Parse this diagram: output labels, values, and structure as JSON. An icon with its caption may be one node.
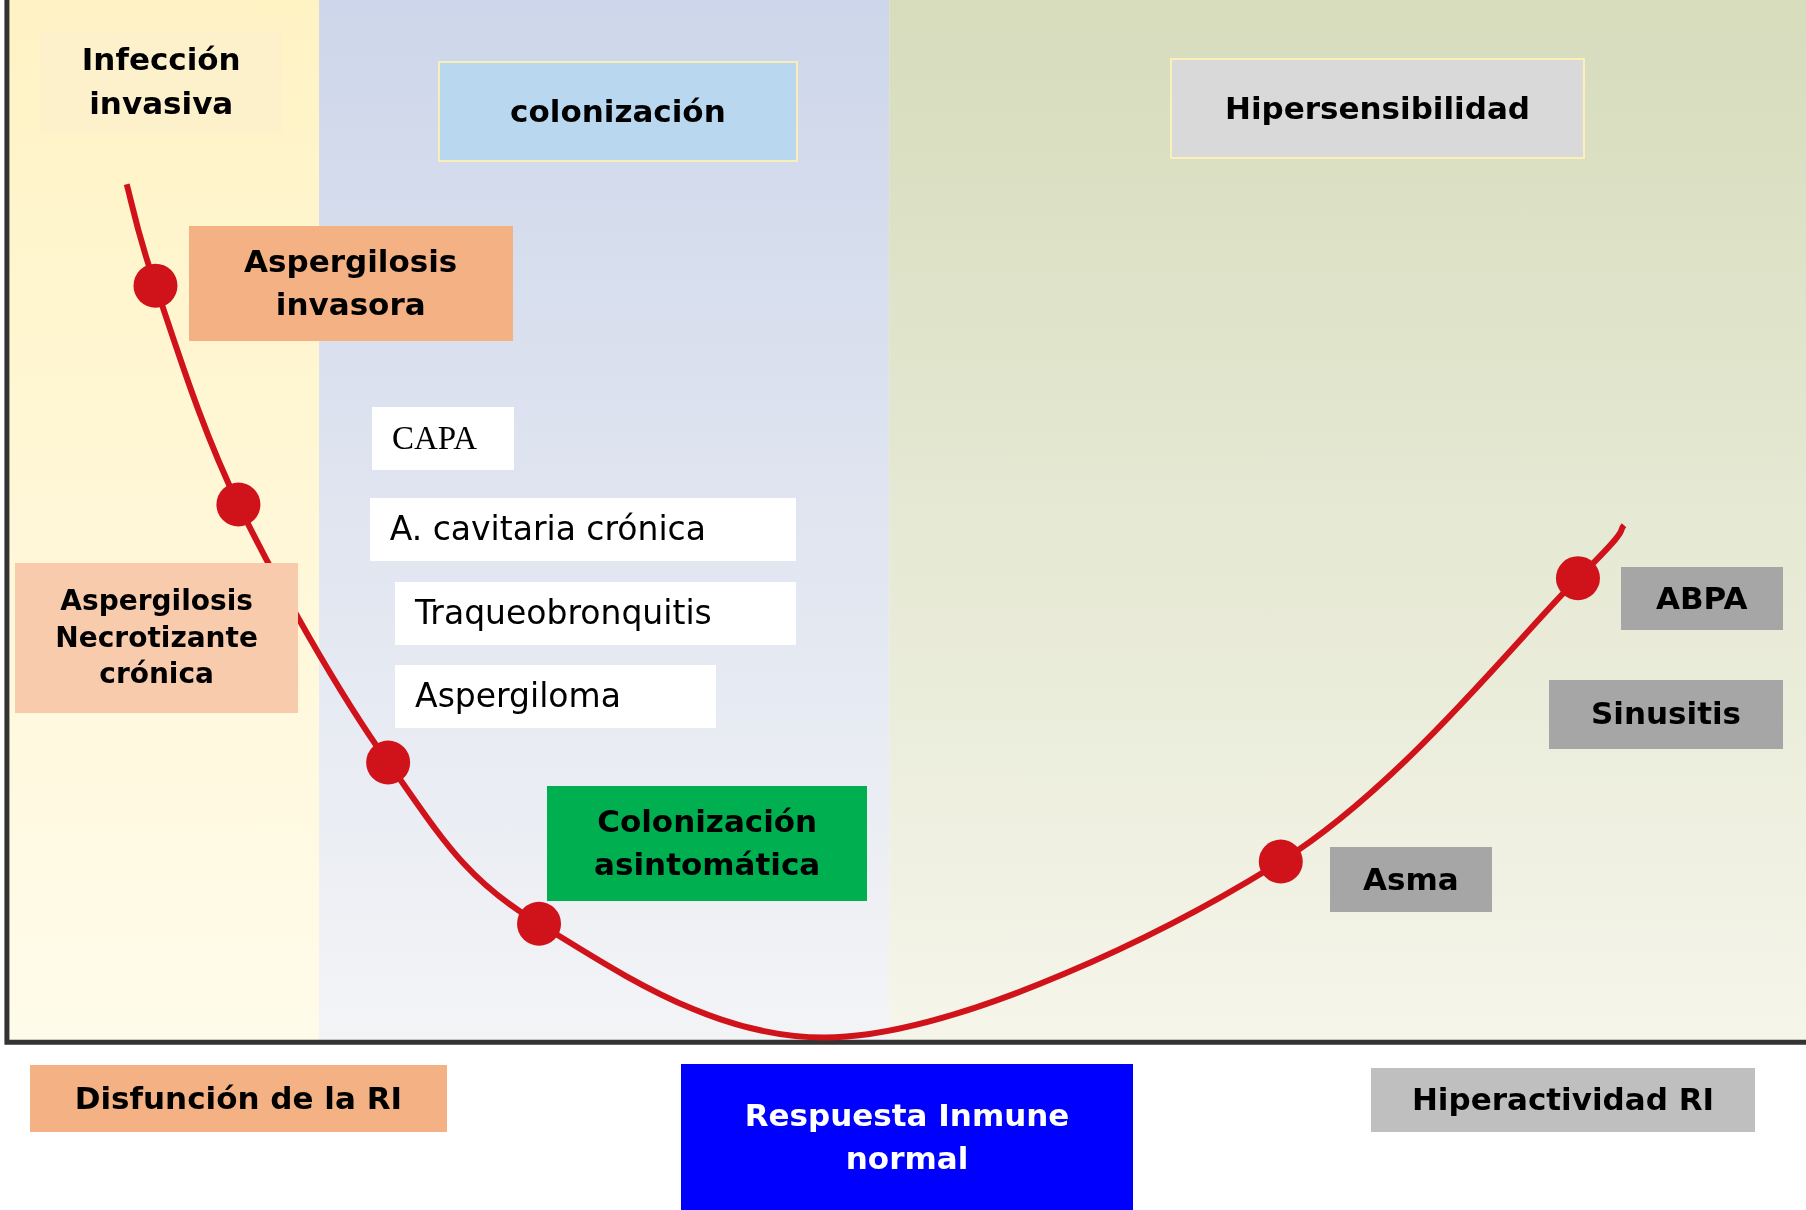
{
  "diagram": {
    "nodes": [
      {
        "text": [
          "Infección invasiva"
        ]
      },
      {
        "text": [
          "colonización"
        ]
      },
      {
        "text": [
          "Hipersensibilidad"
        ]
      },
      {
        "text": [
          "Aspergilosis invasora"
        ]
      },
      {
        "text": [
          "CAPA"
        ]
      },
      {
        "text": [
          "A. cavitaria crónica"
        ]
      },
      {
        "text": [
          "Traqueobronquitis"
        ]
      },
      {
        "text": [
          "Aspergiloma"
        ]
      },
      {
        "text": [
          "Aspergilosis Necrotizante crónica"
        ]
      },
      {
        "text": [
          "Colonización asintomática"
        ]
      },
      {
        "text": [
          "ABPA"
        ]
      },
      {
        "text": [
          "Sinusitis"
        ]
      },
      {
        "text": [
          "Asma"
        ]
      },
      {
        "text": [
          "Disfunción de la RI"
        ]
      },
      {
        "text": [
          "Respuesta Inmune normal"
        ]
      },
      {
        "text": [
          "Hiperactividad RI"
        ]
      }
    ]
  }
}
